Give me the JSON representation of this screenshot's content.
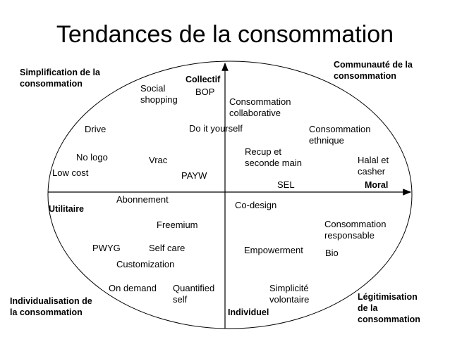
{
  "title": "Tendances de la consommation",
  "axes": {
    "top": "Collectif",
    "bottom": "Individuel",
    "left": "Utilitaire",
    "right": "Moral"
  },
  "corners": {
    "top_left": "Simplification de la\nconsommation",
    "top_right": "Communauté de la\nconsommation",
    "bottom_left": "Individualisation de\nla consommation",
    "bottom_right": "Légitimisation\nde la\nconsommation"
  },
  "items": [
    "Social\nshopping",
    "BOP",
    "Consommation\ncollaborative",
    "Drive",
    "Do it yourself",
    "Consommation\nethnique",
    "No logo",
    "Vrac",
    "Recup et\nseconde main",
    "Halal et\ncasher",
    "Low cost",
    "PAYW",
    "SEL",
    "Abonnement",
    "Co-design",
    "Freemium",
    "Consommation\nresponsable",
    "PWYG",
    "Self care",
    "Empowerment",
    "Bio",
    "Customization",
    "On demand",
    "Quantified\nself",
    "Simplicité\nvolontaire"
  ]
}
